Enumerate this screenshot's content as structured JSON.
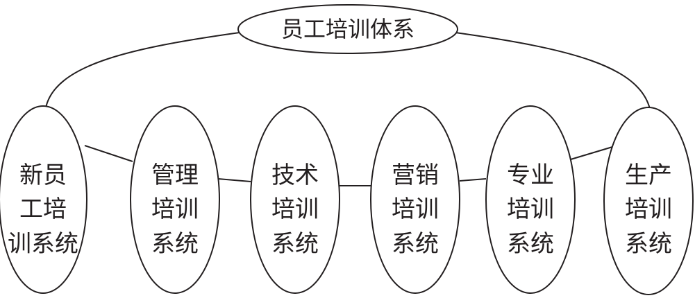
{
  "diagram": {
    "title": "员工培训体系",
    "nodes": [
      {
        "id": "new-staff",
        "lines": [
          "新员",
          "工培",
          "训系统"
        ]
      },
      {
        "id": "management",
        "lines": [
          "管理",
          "培训",
          "系统"
        ]
      },
      {
        "id": "technical",
        "lines": [
          "技术",
          "培训",
          "系统"
        ]
      },
      {
        "id": "marketing",
        "lines": [
          "营销",
          "培训",
          "系统"
        ]
      },
      {
        "id": "professional",
        "lines": [
          "专业",
          "培训",
          "系统"
        ]
      },
      {
        "id": "production",
        "lines": [
          "生产",
          "培训",
          "系统"
        ]
      }
    ]
  },
  "colors": {
    "stroke": "#231f20",
    "fill": "#ffffff",
    "text": "#231f20"
  }
}
